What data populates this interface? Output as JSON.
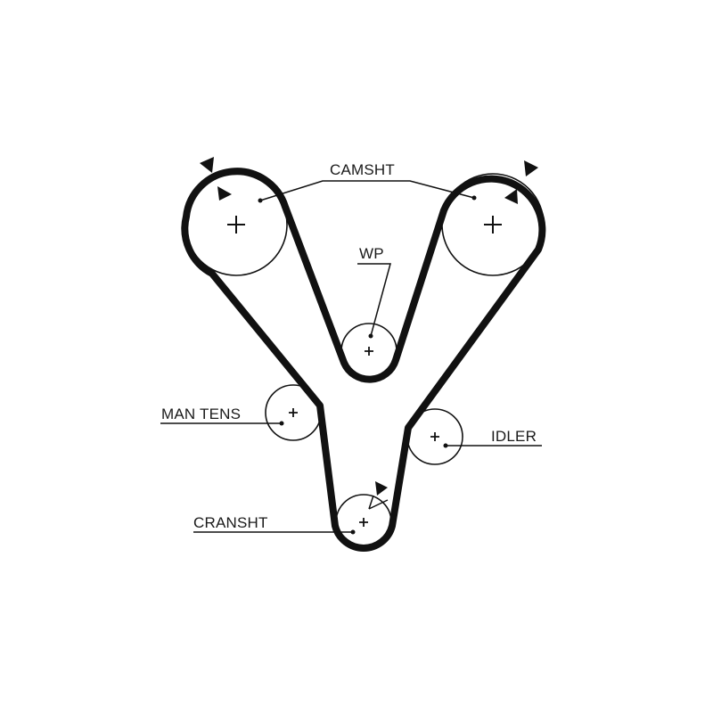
{
  "labels": {
    "camshaft": "CAMSHT",
    "water_pump": "WP",
    "manual_tensioner": "MAN TENS",
    "idler": "IDLER",
    "crankshaft": "CRANSHT"
  },
  "colors": {
    "ink": "#111111",
    "background": "#ffffff"
  }
}
